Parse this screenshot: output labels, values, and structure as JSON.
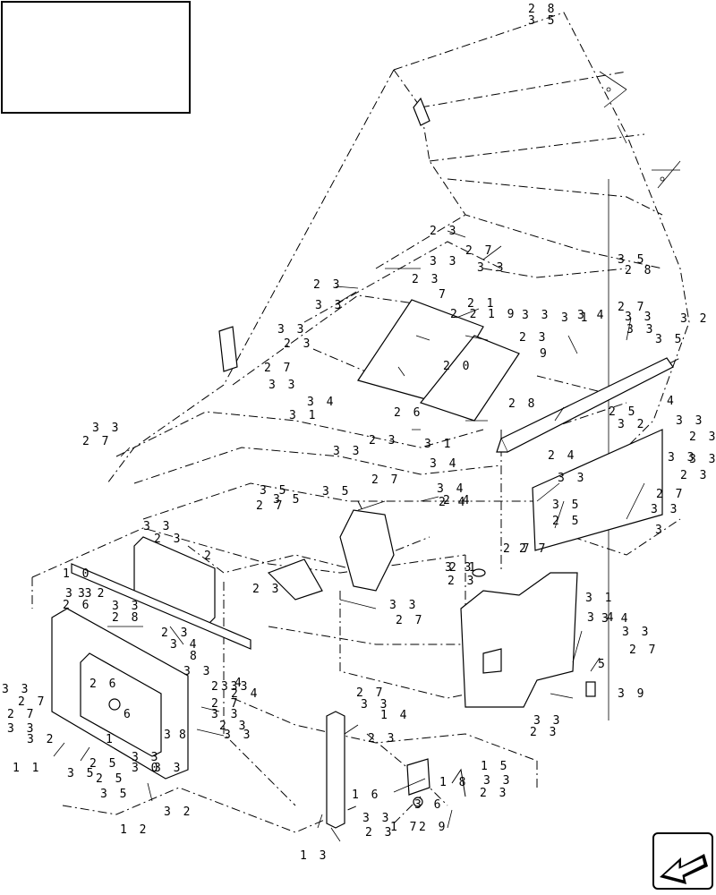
{
  "diagram": {
    "callouts": [
      {
        "id": "c1",
        "text": "2 8"
      },
      {
        "id": "c2",
        "text": "3 5"
      },
      {
        "id": "c3",
        "text": "2 3"
      },
      {
        "id": "c4",
        "text": "2 7"
      },
      {
        "id": "c5",
        "text": "3 3"
      },
      {
        "id": "c6",
        "text": "3 5"
      },
      {
        "id": "c7",
        "text": "2 8"
      },
      {
        "id": "c8",
        "text": "3 3"
      },
      {
        "id": "c9",
        "text": "2 3"
      },
      {
        "id": "c10",
        "text": "2 3"
      },
      {
        "id": "c11",
        "text": "3 3"
      },
      {
        "id": "c12",
        "text": "7"
      },
      {
        "id": "c13",
        "text": "2 1"
      },
      {
        "id": "c14",
        "text": "2 2"
      },
      {
        "id": "c15",
        "text": "1 9"
      },
      {
        "id": "c16",
        "text": "3 3"
      },
      {
        "id": "c17",
        "text": "2 3"
      },
      {
        "id": "c18",
        "text": "3 3"
      },
      {
        "id": "c19",
        "text": "2 3"
      },
      {
        "id": "c20",
        "text": "9"
      },
      {
        "id": "c21",
        "text": "2 0"
      },
      {
        "id": "c22",
        "text": "2 7"
      },
      {
        "id": "c23",
        "text": "3 3"
      },
      {
        "id": "c24",
        "text": "3 1"
      },
      {
        "id": "c25",
        "text": "3 4"
      },
      {
        "id": "c26",
        "text": "2 7"
      },
      {
        "id": "c27",
        "text": "3 3"
      },
      {
        "id": "c28",
        "text": "3 2"
      },
      {
        "id": "c29",
        "text": "3 5"
      },
      {
        "id": "c30",
        "text": "3 4"
      },
      {
        "id": "c31",
        "text": "3 1"
      },
      {
        "id": "c32",
        "text": "2 6"
      },
      {
        "id": "c33",
        "text": "2 8"
      },
      {
        "id": "c34",
        "text": "4"
      },
      {
        "id": "c35",
        "text": "2 5"
      },
      {
        "id": "c36",
        "text": "3 2"
      },
      {
        "id": "c37",
        "text": "3 3"
      },
      {
        "id": "c38",
        "text": "2 3"
      },
      {
        "id": "c39",
        "text": "3 3"
      },
      {
        "id": "c40",
        "text": "2 7"
      },
      {
        "id": "c41",
        "text": "2 4"
      },
      {
        "id": "c42",
        "text": "3 1"
      },
      {
        "id": "c43",
        "text": "3 4"
      },
      {
        "id": "c44",
        "text": "2 3"
      },
      {
        "id": "c45",
        "text": "3 3"
      },
      {
        "id": "c46",
        "text": "2 3"
      },
      {
        "id": "c47",
        "text": "3 3"
      },
      {
        "id": "c48",
        "text": "2 7"
      },
      {
        "id": "c49",
        "text": "3 3"
      },
      {
        "id": "c50",
        "text": "3"
      },
      {
        "id": "c51",
        "text": "3 5"
      },
      {
        "id": "c52",
        "text": "2 5"
      },
      {
        "id": "c53",
        "text": "3 3"
      },
      {
        "id": "c54",
        "text": "2 7"
      },
      {
        "id": "c55",
        "text": "3 5"
      },
      {
        "id": "c56",
        "text": "2 7"
      },
      {
        "id": "c57",
        "text": "3 3"
      },
      {
        "id": "c58",
        "text": "2 3"
      },
      {
        "id": "c59",
        "text": "3 4"
      },
      {
        "id": "c60",
        "text": "2 4"
      },
      {
        "id": "c61",
        "text": "3 5"
      },
      {
        "id": "c62",
        "text": "2 3"
      },
      {
        "id": "c63",
        "text": "2"
      },
      {
        "id": "c64",
        "text": "1 0"
      },
      {
        "id": "c65",
        "text": "3 3"
      },
      {
        "id": "c66",
        "text": "2 6"
      },
      {
        "id": "c67",
        "text": "3 2"
      },
      {
        "id": "c68",
        "text": "3 3"
      },
      {
        "id": "c69",
        "text": "2 8"
      },
      {
        "id": "c70",
        "text": "2 3"
      },
      {
        "id": "c71",
        "text": "3 4"
      },
      {
        "id": "c72",
        "text": "8"
      },
      {
        "id": "c73",
        "text": "2 6"
      },
      {
        "id": "c74",
        "text": "6"
      },
      {
        "id": "c75",
        "text": "3 3"
      },
      {
        "id": "c76",
        "text": "2 3"
      },
      {
        "id": "c77",
        "text": "3 3"
      },
      {
        "id": "c78",
        "text": "4"
      },
      {
        "id": "c79",
        "text": "2 4"
      },
      {
        "id": "c80",
        "text": "3 3"
      },
      {
        "id": "c81",
        "text": "2 7"
      },
      {
        "id": "c82",
        "text": "2 7"
      },
      {
        "id": "c83",
        "text": "3 3"
      },
      {
        "id": "c84",
        "text": "3 3"
      },
      {
        "id": "c85",
        "text": "3 2"
      },
      {
        "id": "c86",
        "text": "1"
      },
      {
        "id": "c87",
        "text": "3"
      },
      {
        "id": "c88",
        "text": "8"
      },
      {
        "id": "c89",
        "text": "3 3"
      },
      {
        "id": "c90",
        "text": "2 7"
      },
      {
        "id": "c91",
        "text": "2 3"
      },
      {
        "id": "c92",
        "text": "1 1"
      },
      {
        "id": "c93",
        "text": "3 5"
      },
      {
        "id": "c94",
        "text": "2 5"
      },
      {
        "id": "c95",
        "text": "3 3"
      },
      {
        "id": "c96",
        "text": "2 5"
      },
      {
        "id": "c97",
        "text": "3 0"
      },
      {
        "id": "c98",
        "text": "3 5"
      },
      {
        "id": "c99",
        "text": "3 3"
      },
      {
        "id": "c100",
        "text": "3 2"
      },
      {
        "id": "c101",
        "text": "1 2"
      },
      {
        "id": "c102",
        "text": "2 1"
      },
      {
        "id": "c103",
        "text": "2 3"
      },
      {
        "id": "c104",
        "text": "3 3"
      },
      {
        "id": "c105",
        "text": "2 7"
      },
      {
        "id": "c106",
        "text": "3 1"
      },
      {
        "id": "c107",
        "text": "3 4"
      },
      {
        "id": "c108",
        "text": "5"
      },
      {
        "id": "c109",
        "text": "3 3"
      },
      {
        "id": "c110",
        "text": "2 7"
      },
      {
        "id": "c111",
        "text": "3 9"
      },
      {
        "id": "c112",
        "text": "3 3"
      },
      {
        "id": "c113",
        "text": "2 3"
      },
      {
        "id": "c114",
        "text": "2 7"
      },
      {
        "id": "c115",
        "text": "3 3"
      },
      {
        "id": "c116",
        "text": "1 4"
      },
      {
        "id": "c117",
        "text": "2 3"
      },
      {
        "id": "c118",
        "text": "1 5"
      },
      {
        "id": "c119",
        "text": "3 3"
      },
      {
        "id": "c120",
        "text": "2 3"
      },
      {
        "id": "c121",
        "text": "1 8"
      },
      {
        "id": "c122",
        "text": "1 6"
      },
      {
        "id": "c123",
        "text": "3 6"
      },
      {
        "id": "c124",
        "text": "3 3"
      },
      {
        "id": "c125",
        "text": "2 3"
      },
      {
        "id": "c126",
        "text": "1 7"
      },
      {
        "id": "c127",
        "text": "2 9"
      },
      {
        "id": "c128",
        "text": "1 3"
      },
      {
        "id": "c129",
        "text": "2 7"
      },
      {
        "id": "c130",
        "text": "3 3"
      },
      {
        "id": "c131",
        "text": "3 4"
      },
      {
        "id": "c132",
        "text": "3 5"
      },
      {
        "id": "c133",
        "text": "2 4"
      },
      {
        "id": "c134",
        "text": "3 3"
      },
      {
        "id": "c135",
        "text": "2 7"
      },
      {
        "id": "c136",
        "text": "3 3"
      }
    ]
  },
  "nav_icon": "arrow-left-icon"
}
